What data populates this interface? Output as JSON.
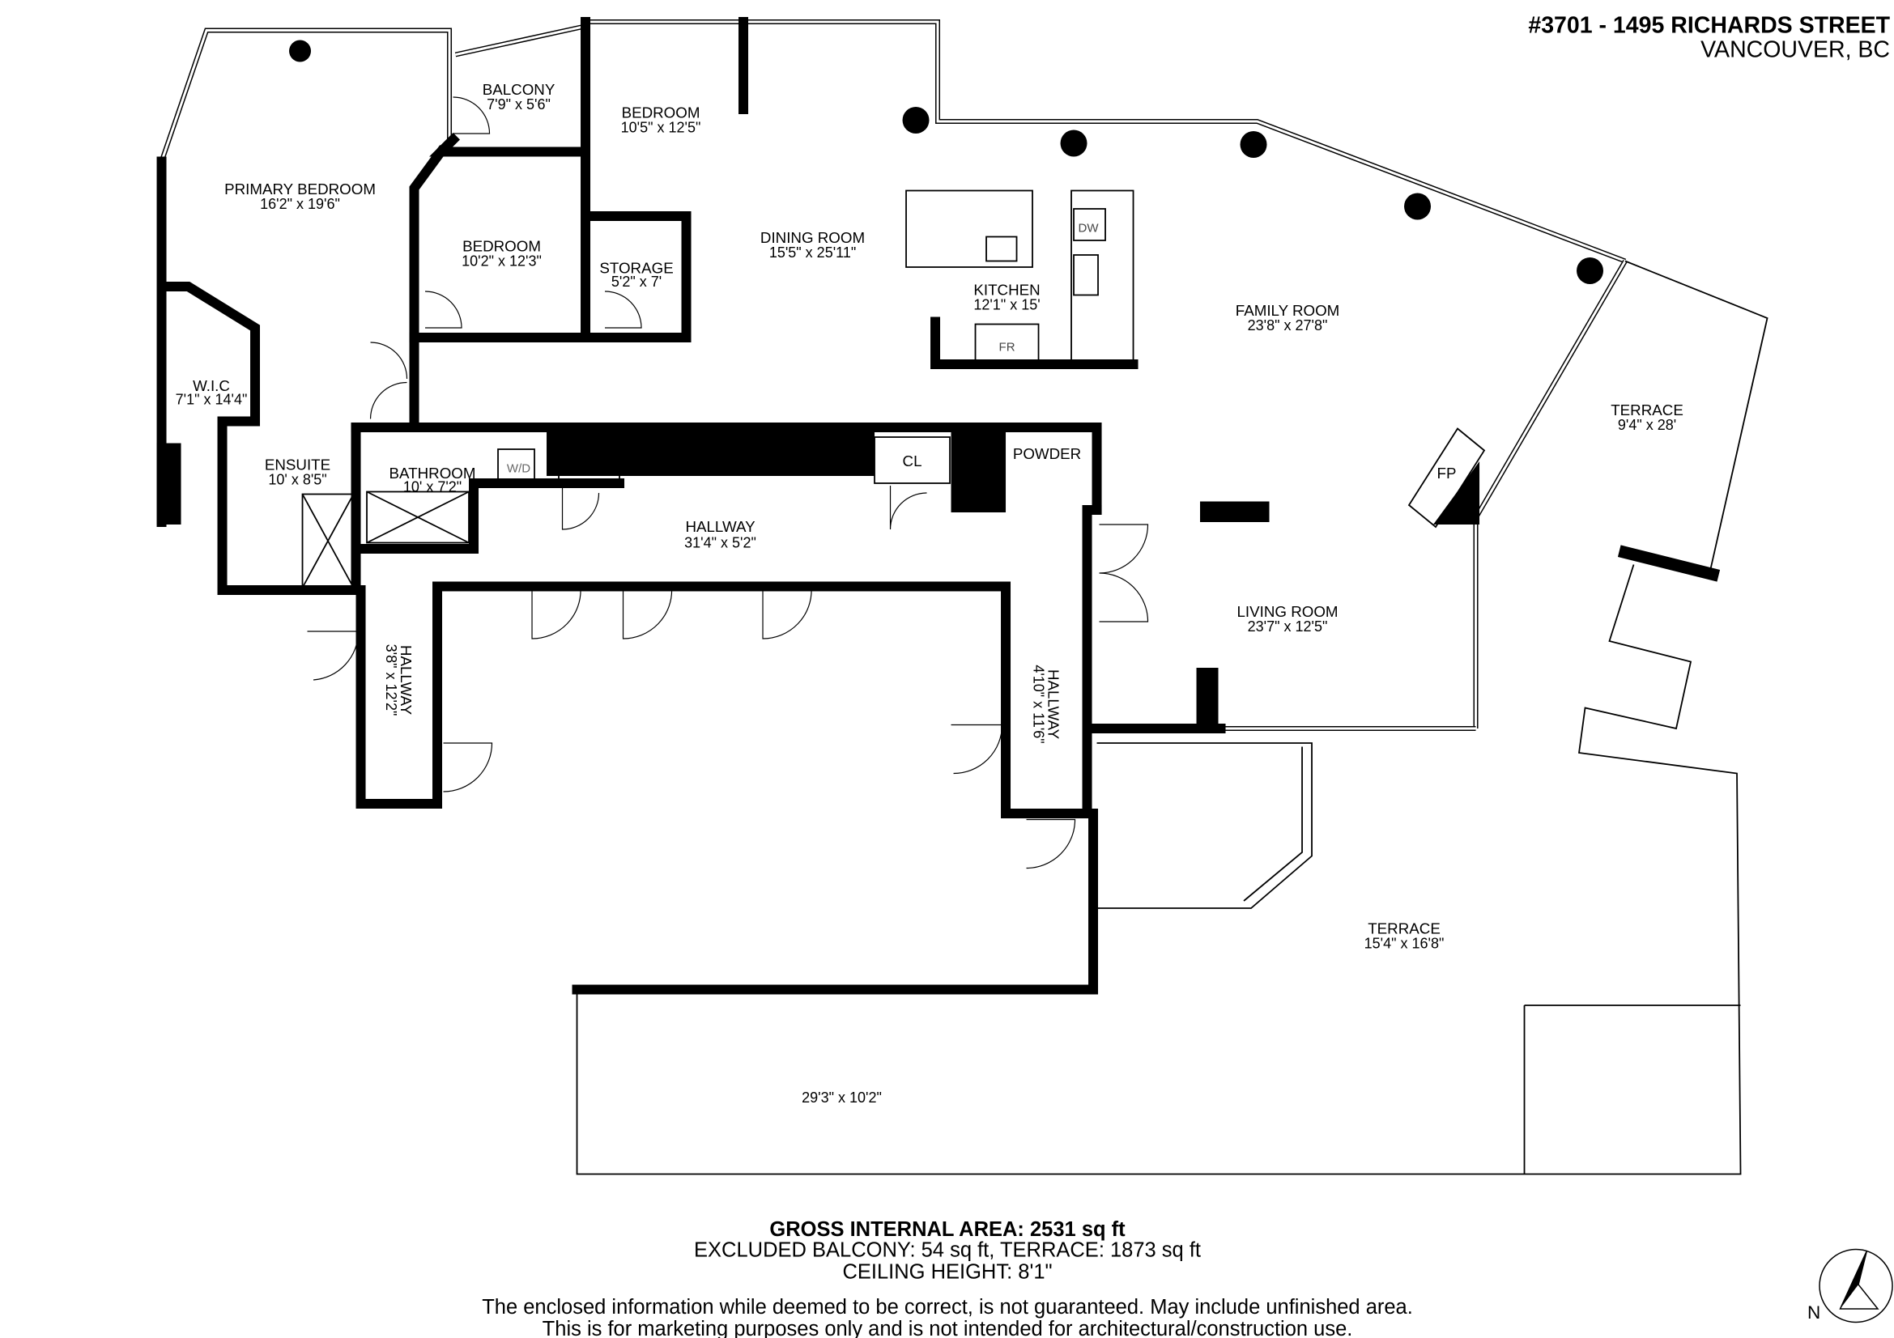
{
  "header": {
    "address": "#3701 - 1495 RICHARDS STREET",
    "city": "VANCOUVER, BC"
  },
  "rooms": {
    "primary_bedroom": {
      "name": "PRIMARY BEDROOM",
      "dims": "16'2\" x 19'6\""
    },
    "balcony": {
      "name": "BALCONY",
      "dims": "7'9\" x 5'6\""
    },
    "bedroom_north": {
      "name": "BEDROOM",
      "dims": "10'5\" x 12'5\""
    },
    "bedroom_mid": {
      "name": "BEDROOM",
      "dims": "10'2\" x 12'3\""
    },
    "storage": {
      "name": "STORAGE",
      "dims": "5'2\" x 7'"
    },
    "dining": {
      "name": "DINING ROOM",
      "dims": "15'5\" x 25'11\""
    },
    "kitchen": {
      "name": "KITCHEN",
      "dims": "12'1\" x 15'"
    },
    "family": {
      "name": "FAMILY ROOM",
      "dims": "23'8\" x 27'8\""
    },
    "terrace_east": {
      "name": "TERRACE",
      "dims": "9'4\" x 28'"
    },
    "wic": {
      "name": "W.I.C",
      "dims": "7'1\" x 14'4\""
    },
    "ensuite": {
      "name": "ENSUITE",
      "dims": "10' x 8'5\""
    },
    "bathroom": {
      "name": "BATHROOM",
      "dims": "10' x 7'2\""
    },
    "hallway_main": {
      "name": "HALLWAY",
      "dims": "31'4\" x 5'2\""
    },
    "hallway_west": {
      "name": "HALLWAY",
      "dims": "3'8\" x 12'2\""
    },
    "hallway_east": {
      "name": "HALLWAY",
      "dims": "4'10\" x 11'6\""
    },
    "powder": {
      "name": "POWDER"
    },
    "living": {
      "name": "LIVING ROOM",
      "dims": "23'7\" x 12'5\""
    },
    "terrace_south": {
      "name": "TERRACE",
      "dims": "15'4\" x 16'8\""
    },
    "terrace_large": {
      "dims": "29'3\" x 10'2\""
    }
  },
  "fixtures": {
    "wd": "W/D",
    "cl1": "CL",
    "cl2": "CL",
    "dw": "DW",
    "fr": "FR",
    "fp": "FP"
  },
  "footer": {
    "gross_area": "GROSS INTERNAL AREA: 2531 sq ft",
    "excluded": "EXCLUDED BALCONY: 54 sq ft, TERRACE: 1873 sq ft",
    "ceiling": "CEILING HEIGHT: 8'1\"",
    "disclaimer1": "The enclosed information while deemed to be correct, is not guaranteed. May include unfinished area.",
    "disclaimer2": "This is for marketing purposes only and is not intended for architectural/construction use."
  },
  "compass": {
    "label": "N",
    "icon": "north-arrow-icon"
  }
}
